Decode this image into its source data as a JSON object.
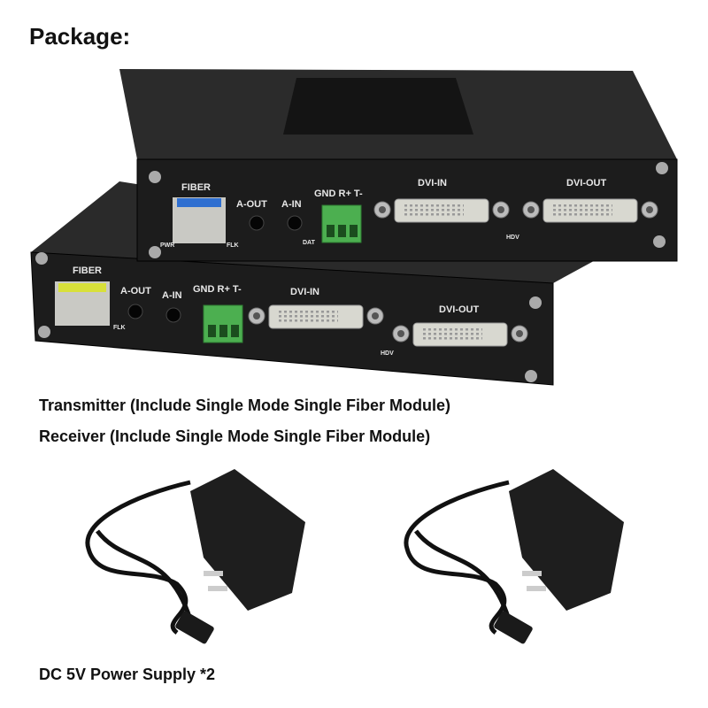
{
  "title": "Package:",
  "captions": {
    "transmitter": "Transmitter (Include Single Mode Single Fiber Module)",
    "receiver": "Receiver (Include Single Mode Single Fiber Module)",
    "power": "DC 5V Power Supply *2"
  },
  "top_device": {
    "fiber": "FIBER",
    "a_out": "A-OUT",
    "a_in": "A-IN",
    "terminal": "GND R+ T-",
    "dvi_in": "DVI-IN",
    "dvi_out": "DVI-OUT",
    "pwr": "PWR",
    "flk": "FLK",
    "dat": "DAT",
    "hdv": "HDV",
    "sfp_color": "#2f6fd0"
  },
  "bottom_device": {
    "fiber": "FIBER",
    "a_out": "A-OUT",
    "a_in": "A-IN",
    "terminal": "GND R+ T-",
    "dvi_in": "DVI-IN",
    "dvi_out": "DVI-OUT",
    "flk": "FLK",
    "hdv": "HDV",
    "sfp_color": "#d8e03a"
  },
  "colors": {
    "terminal": "#4caf50",
    "chassis": "#1c1c1c"
  }
}
